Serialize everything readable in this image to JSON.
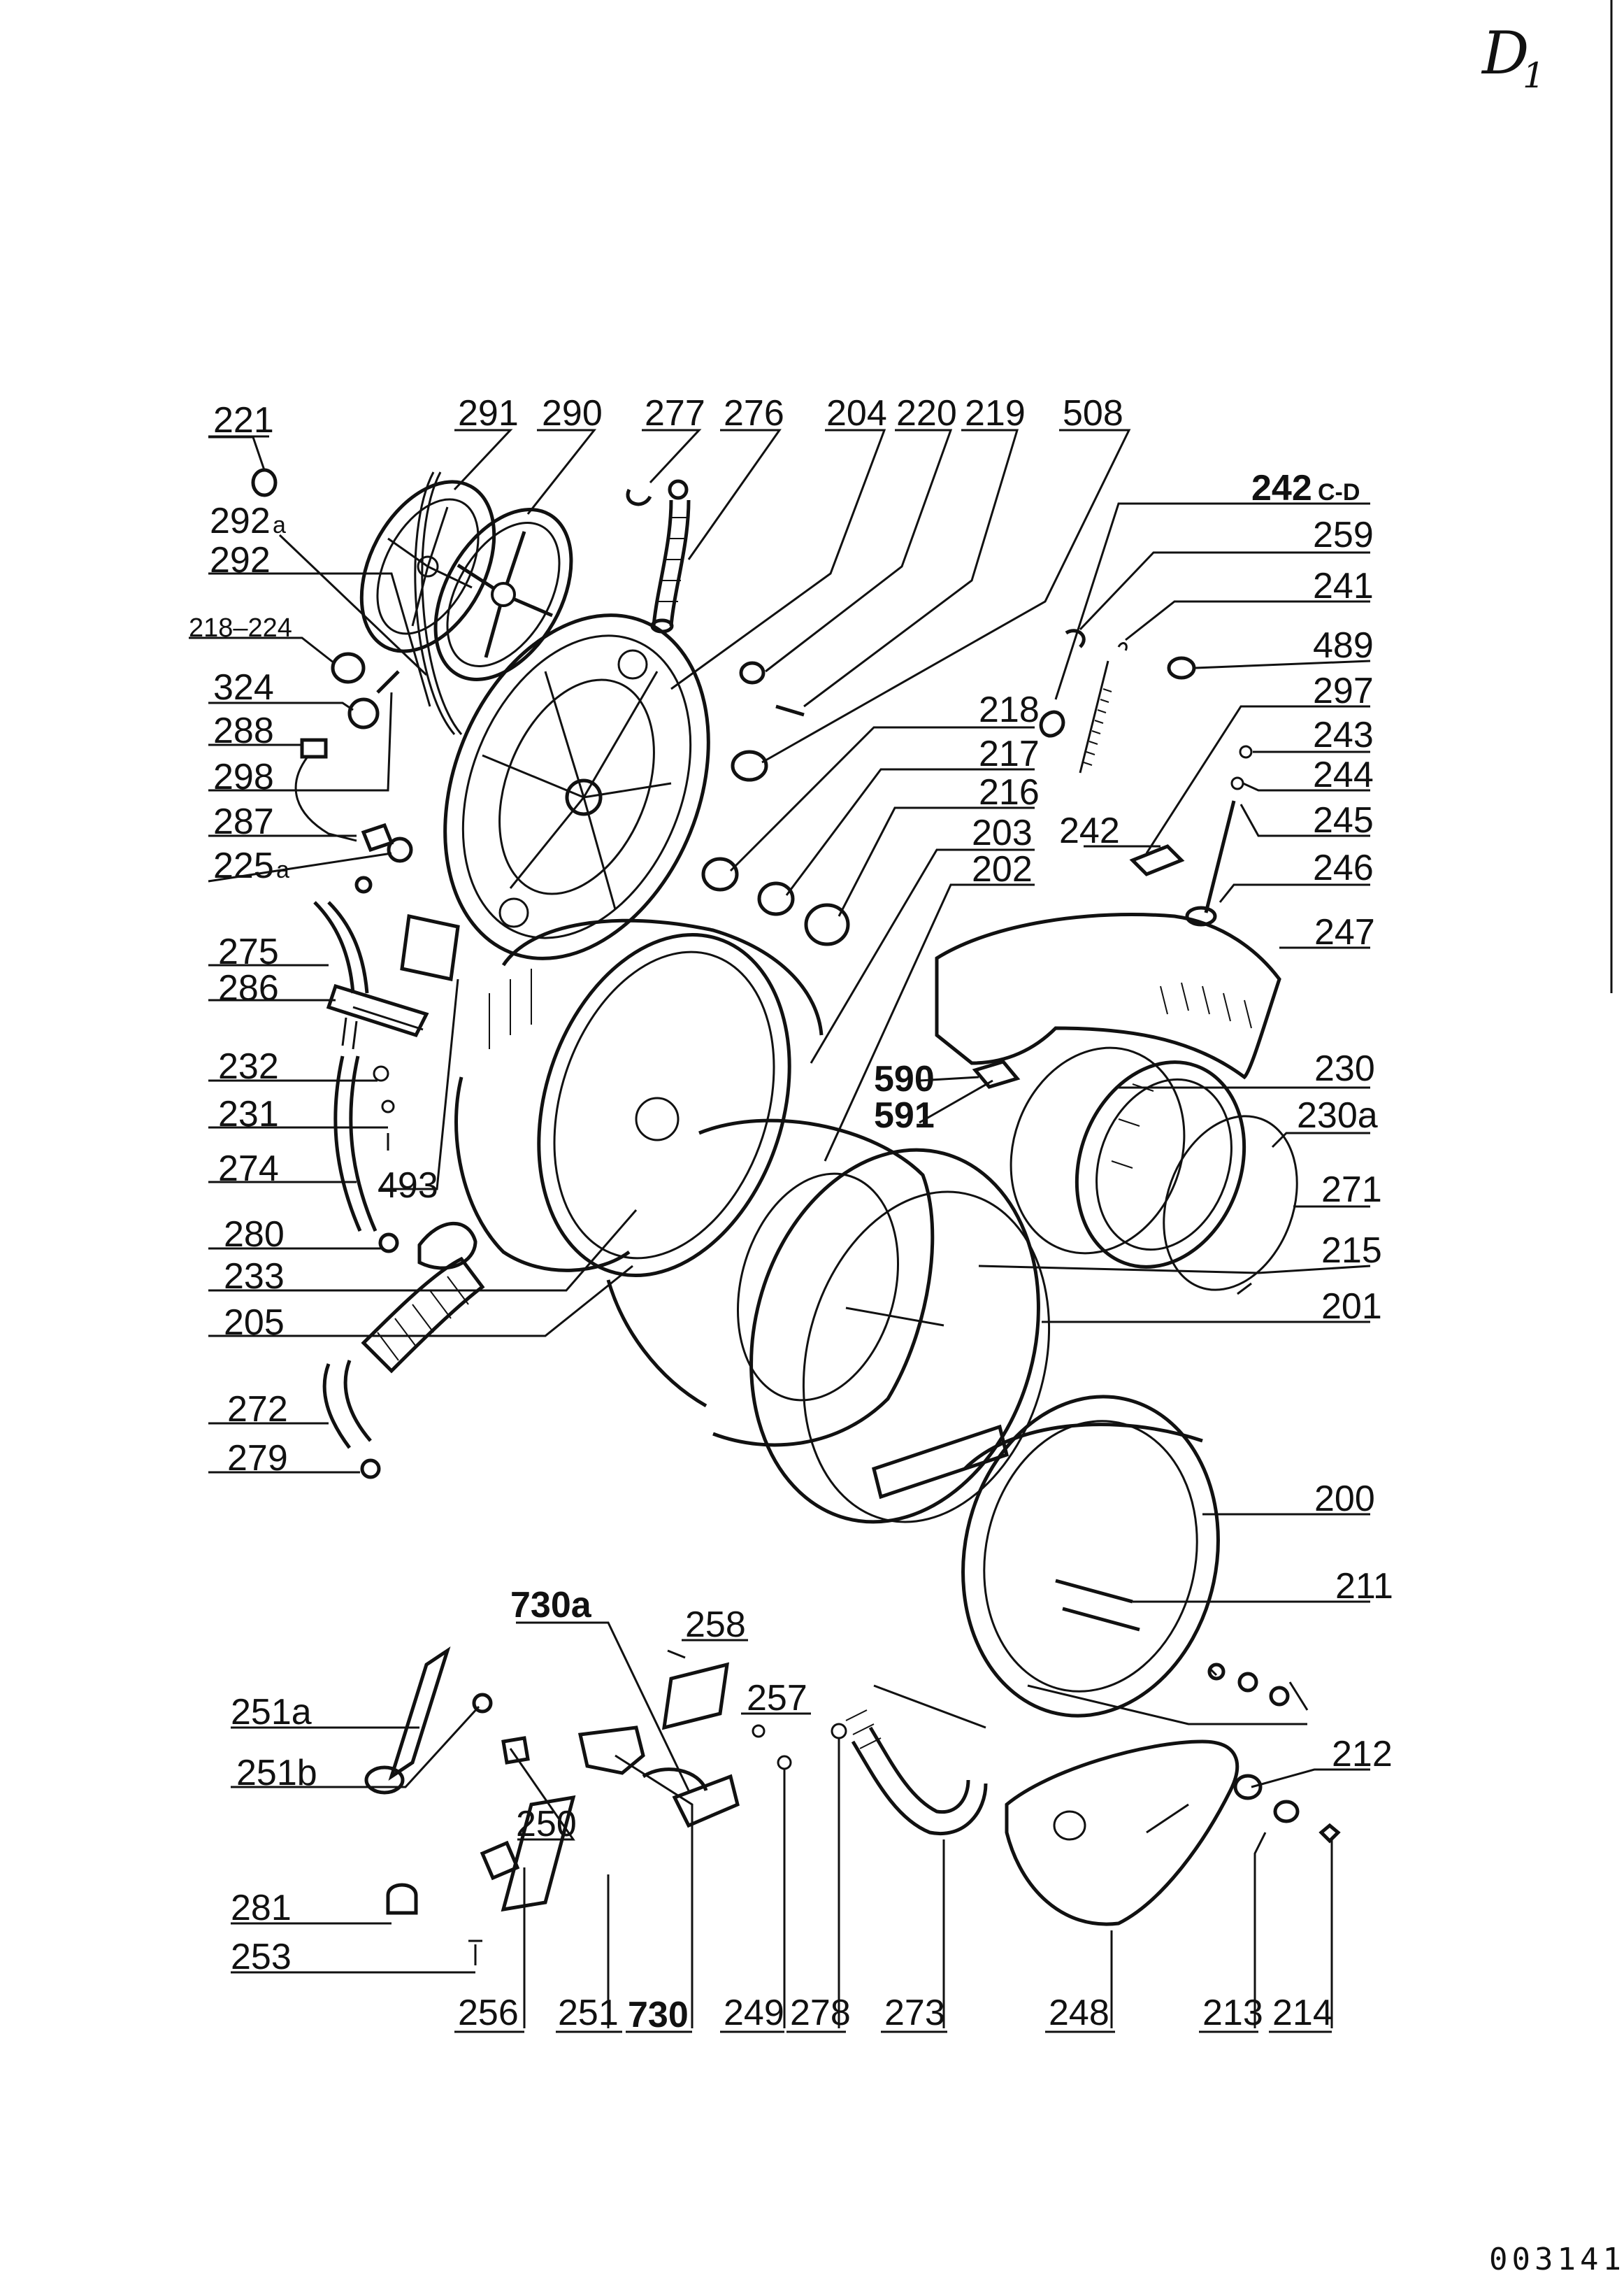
{
  "sheet": {
    "corner_label": "D",
    "corner_label_sub": "1",
    "doc_number": "003141"
  },
  "labels": [
    {
      "id": "221",
      "text": "221"
    },
    {
      "id": "292a",
      "text": "292",
      "sub": "a"
    },
    {
      "id": "292",
      "text": "292"
    },
    {
      "id": "218-224",
      "text": "218–224"
    },
    {
      "id": "324",
      "text": "324"
    },
    {
      "id": "288",
      "text": "288"
    },
    {
      "id": "298",
      "text": "298"
    },
    {
      "id": "287",
      "text": "287"
    },
    {
      "id": "225a",
      "text": "225",
      "sub": "a"
    },
    {
      "id": "275",
      "text": "275"
    },
    {
      "id": "286",
      "text": "286"
    },
    {
      "id": "232",
      "text": "232"
    },
    {
      "id": "231",
      "text": "231"
    },
    {
      "id": "274",
      "text": "274"
    },
    {
      "id": "493",
      "text": "493"
    },
    {
      "id": "280",
      "text": "280"
    },
    {
      "id": "233",
      "text": "233"
    },
    {
      "id": "205",
      "text": "205"
    },
    {
      "id": "272",
      "text": "272"
    },
    {
      "id": "279",
      "text": "279"
    },
    {
      "id": "291",
      "text": "291"
    },
    {
      "id": "290",
      "text": "290"
    },
    {
      "id": "277",
      "text": "277"
    },
    {
      "id": "276",
      "text": "276"
    },
    {
      "id": "204",
      "text": "204"
    },
    {
      "id": "220",
      "text": "220"
    },
    {
      "id": "219",
      "text": "219"
    },
    {
      "id": "508",
      "text": "508"
    },
    {
      "id": "242c-d",
      "text": "242",
      "sub": "C-D"
    },
    {
      "id": "259",
      "text": "259"
    },
    {
      "id": "241",
      "text": "241"
    },
    {
      "id": "489",
      "text": "489"
    },
    {
      "id": "297",
      "text": "297"
    },
    {
      "id": "243",
      "text": "243"
    },
    {
      "id": "244",
      "text": "244"
    },
    {
      "id": "245",
      "text": "245"
    },
    {
      "id": "246",
      "text": "246"
    },
    {
      "id": "218",
      "text": "218"
    },
    {
      "id": "217",
      "text": "217"
    },
    {
      "id": "216",
      "text": "216"
    },
    {
      "id": "203",
      "text": "203"
    },
    {
      "id": "242",
      "text": "242"
    },
    {
      "id": "202",
      "text": "202"
    },
    {
      "id": "247",
      "text": "247"
    },
    {
      "id": "590",
      "text": "590"
    },
    {
      "id": "591",
      "text": "591"
    },
    {
      "id": "230",
      "text": "230"
    },
    {
      "id": "230a",
      "text": "230a"
    },
    {
      "id": "271",
      "text": "271"
    },
    {
      "id": "215",
      "text": "215"
    },
    {
      "id": "201",
      "text": "201"
    },
    {
      "id": "200",
      "text": "200"
    },
    {
      "id": "211",
      "text": "211"
    },
    {
      "id": "212",
      "text": "212"
    },
    {
      "id": "730a",
      "text": "730a"
    },
    {
      "id": "258",
      "text": "258"
    },
    {
      "id": "257",
      "text": "257"
    },
    {
      "id": "251a",
      "text": "251a"
    },
    {
      "id": "251b",
      "text": "251b"
    },
    {
      "id": "250",
      "text": "250"
    },
    {
      "id": "281",
      "text": "281"
    },
    {
      "id": "253",
      "text": "253"
    },
    {
      "id": "256",
      "text": "256"
    },
    {
      "id": "251",
      "text": "251"
    },
    {
      "id": "730",
      "text": "730"
    },
    {
      "id": "249",
      "text": "249"
    },
    {
      "id": "278",
      "text": "278"
    },
    {
      "id": "273",
      "text": "273"
    },
    {
      "id": "248",
      "text": "248"
    },
    {
      "id": "213",
      "text": "213"
    },
    {
      "id": "214",
      "text": "214"
    }
  ]
}
